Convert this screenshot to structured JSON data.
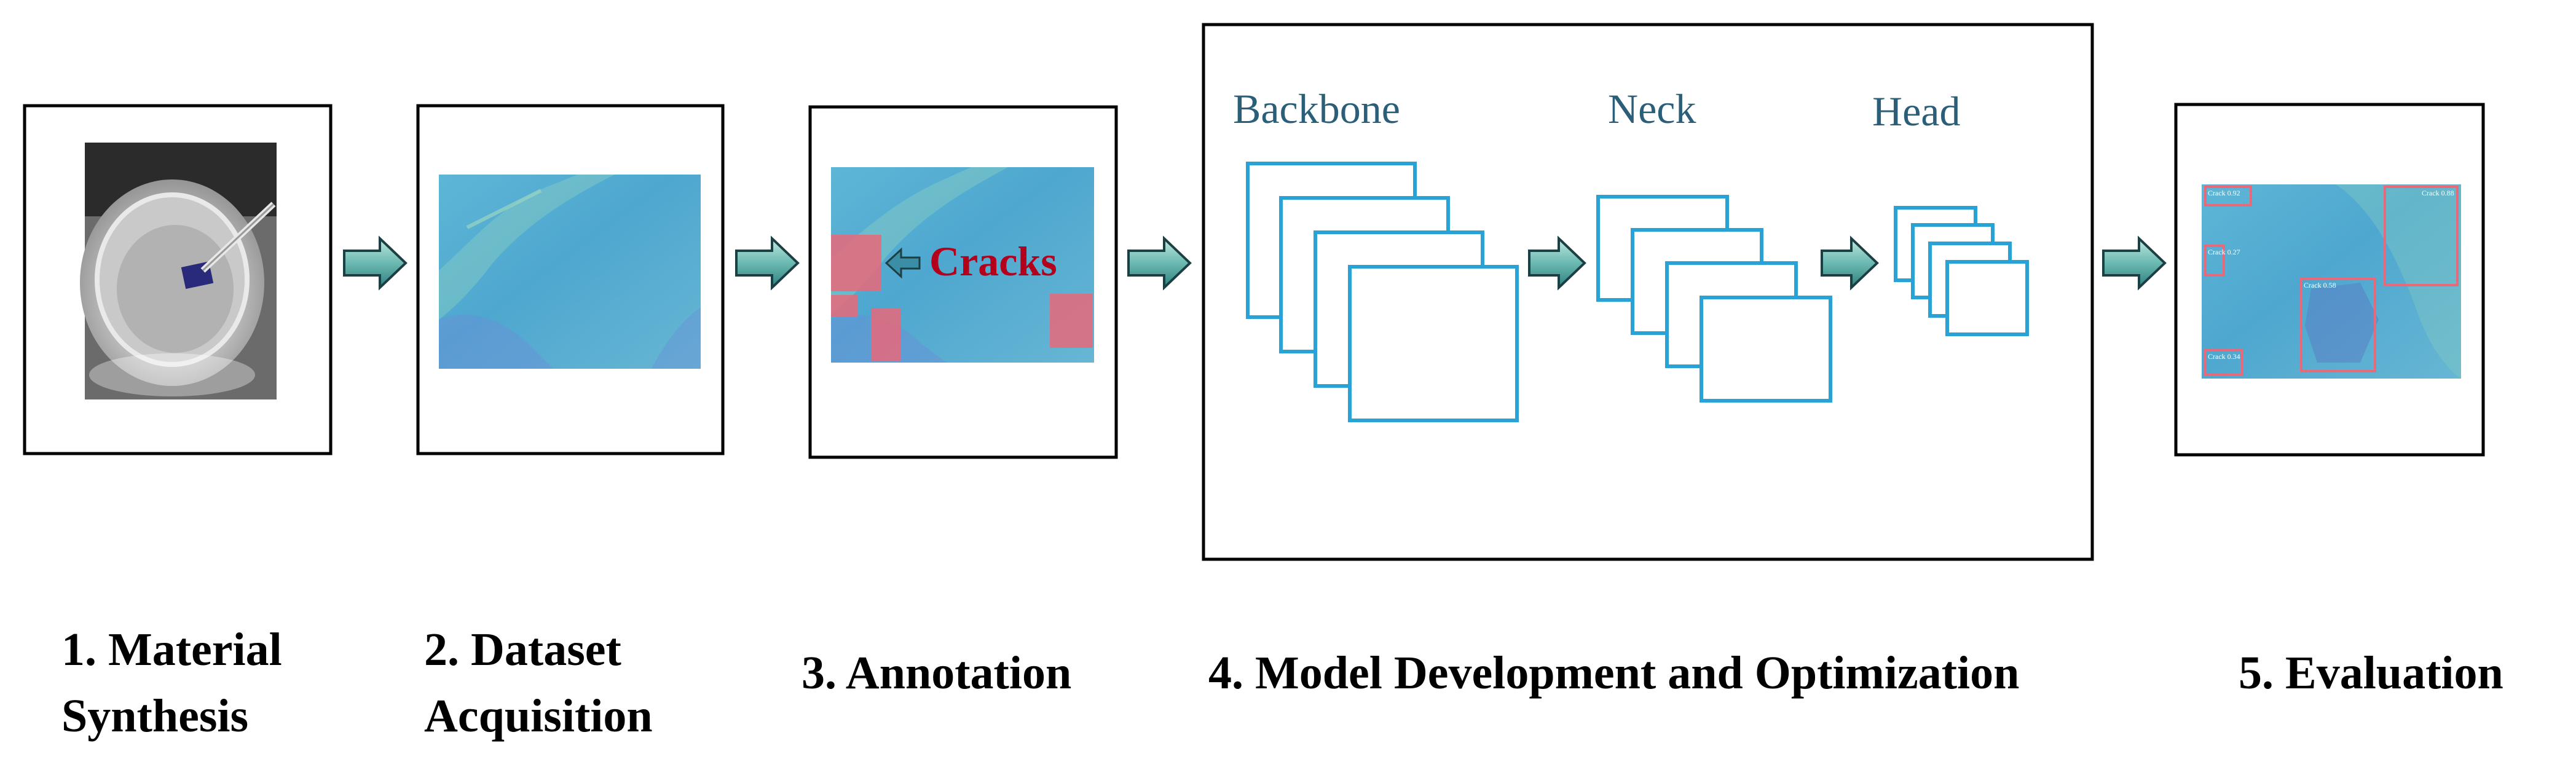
{
  "colors": {
    "frame": "#000000",
    "module": "#29a3d6",
    "module_label": "#2b5e78",
    "annotation_box": "#e8697a",
    "annotation_text": "#b3001b",
    "arrow_top": "#bfe8e0",
    "arrow_bottom": "#2e7f7d",
    "arrow_stroke": "#1d3f44",
    "microscope_bg": "#5fb2d3",
    "detection_box": "#e8697a"
  },
  "icons": {
    "flow_arrow": "flow-arrow-icon",
    "annotation_arrow": "left-arrow-icon",
    "layer_stack": "layer-stack-icon"
  },
  "stages": [
    {
      "label_line1": "1. Material",
      "label_line2": "Synthesis"
    },
    {
      "label_line1": "2. Dataset",
      "label_line2": "Acquisition"
    },
    {
      "label_line1": "3. Annotation"
    },
    {
      "label_line1": "4. Model Development and Optimization"
    },
    {
      "label_line1": "5. Evaluation"
    }
  ],
  "annotation": {
    "text": "Cracks"
  },
  "model": {
    "backbone_label": "Backbone",
    "neck_label": "Neck",
    "head_label": "Head"
  },
  "evaluation": {
    "detections": [
      "Crack 0.92",
      "Crack 0.27",
      "Crack 0.34",
      "Crack 0.88",
      "Crack 0.58"
    ]
  }
}
